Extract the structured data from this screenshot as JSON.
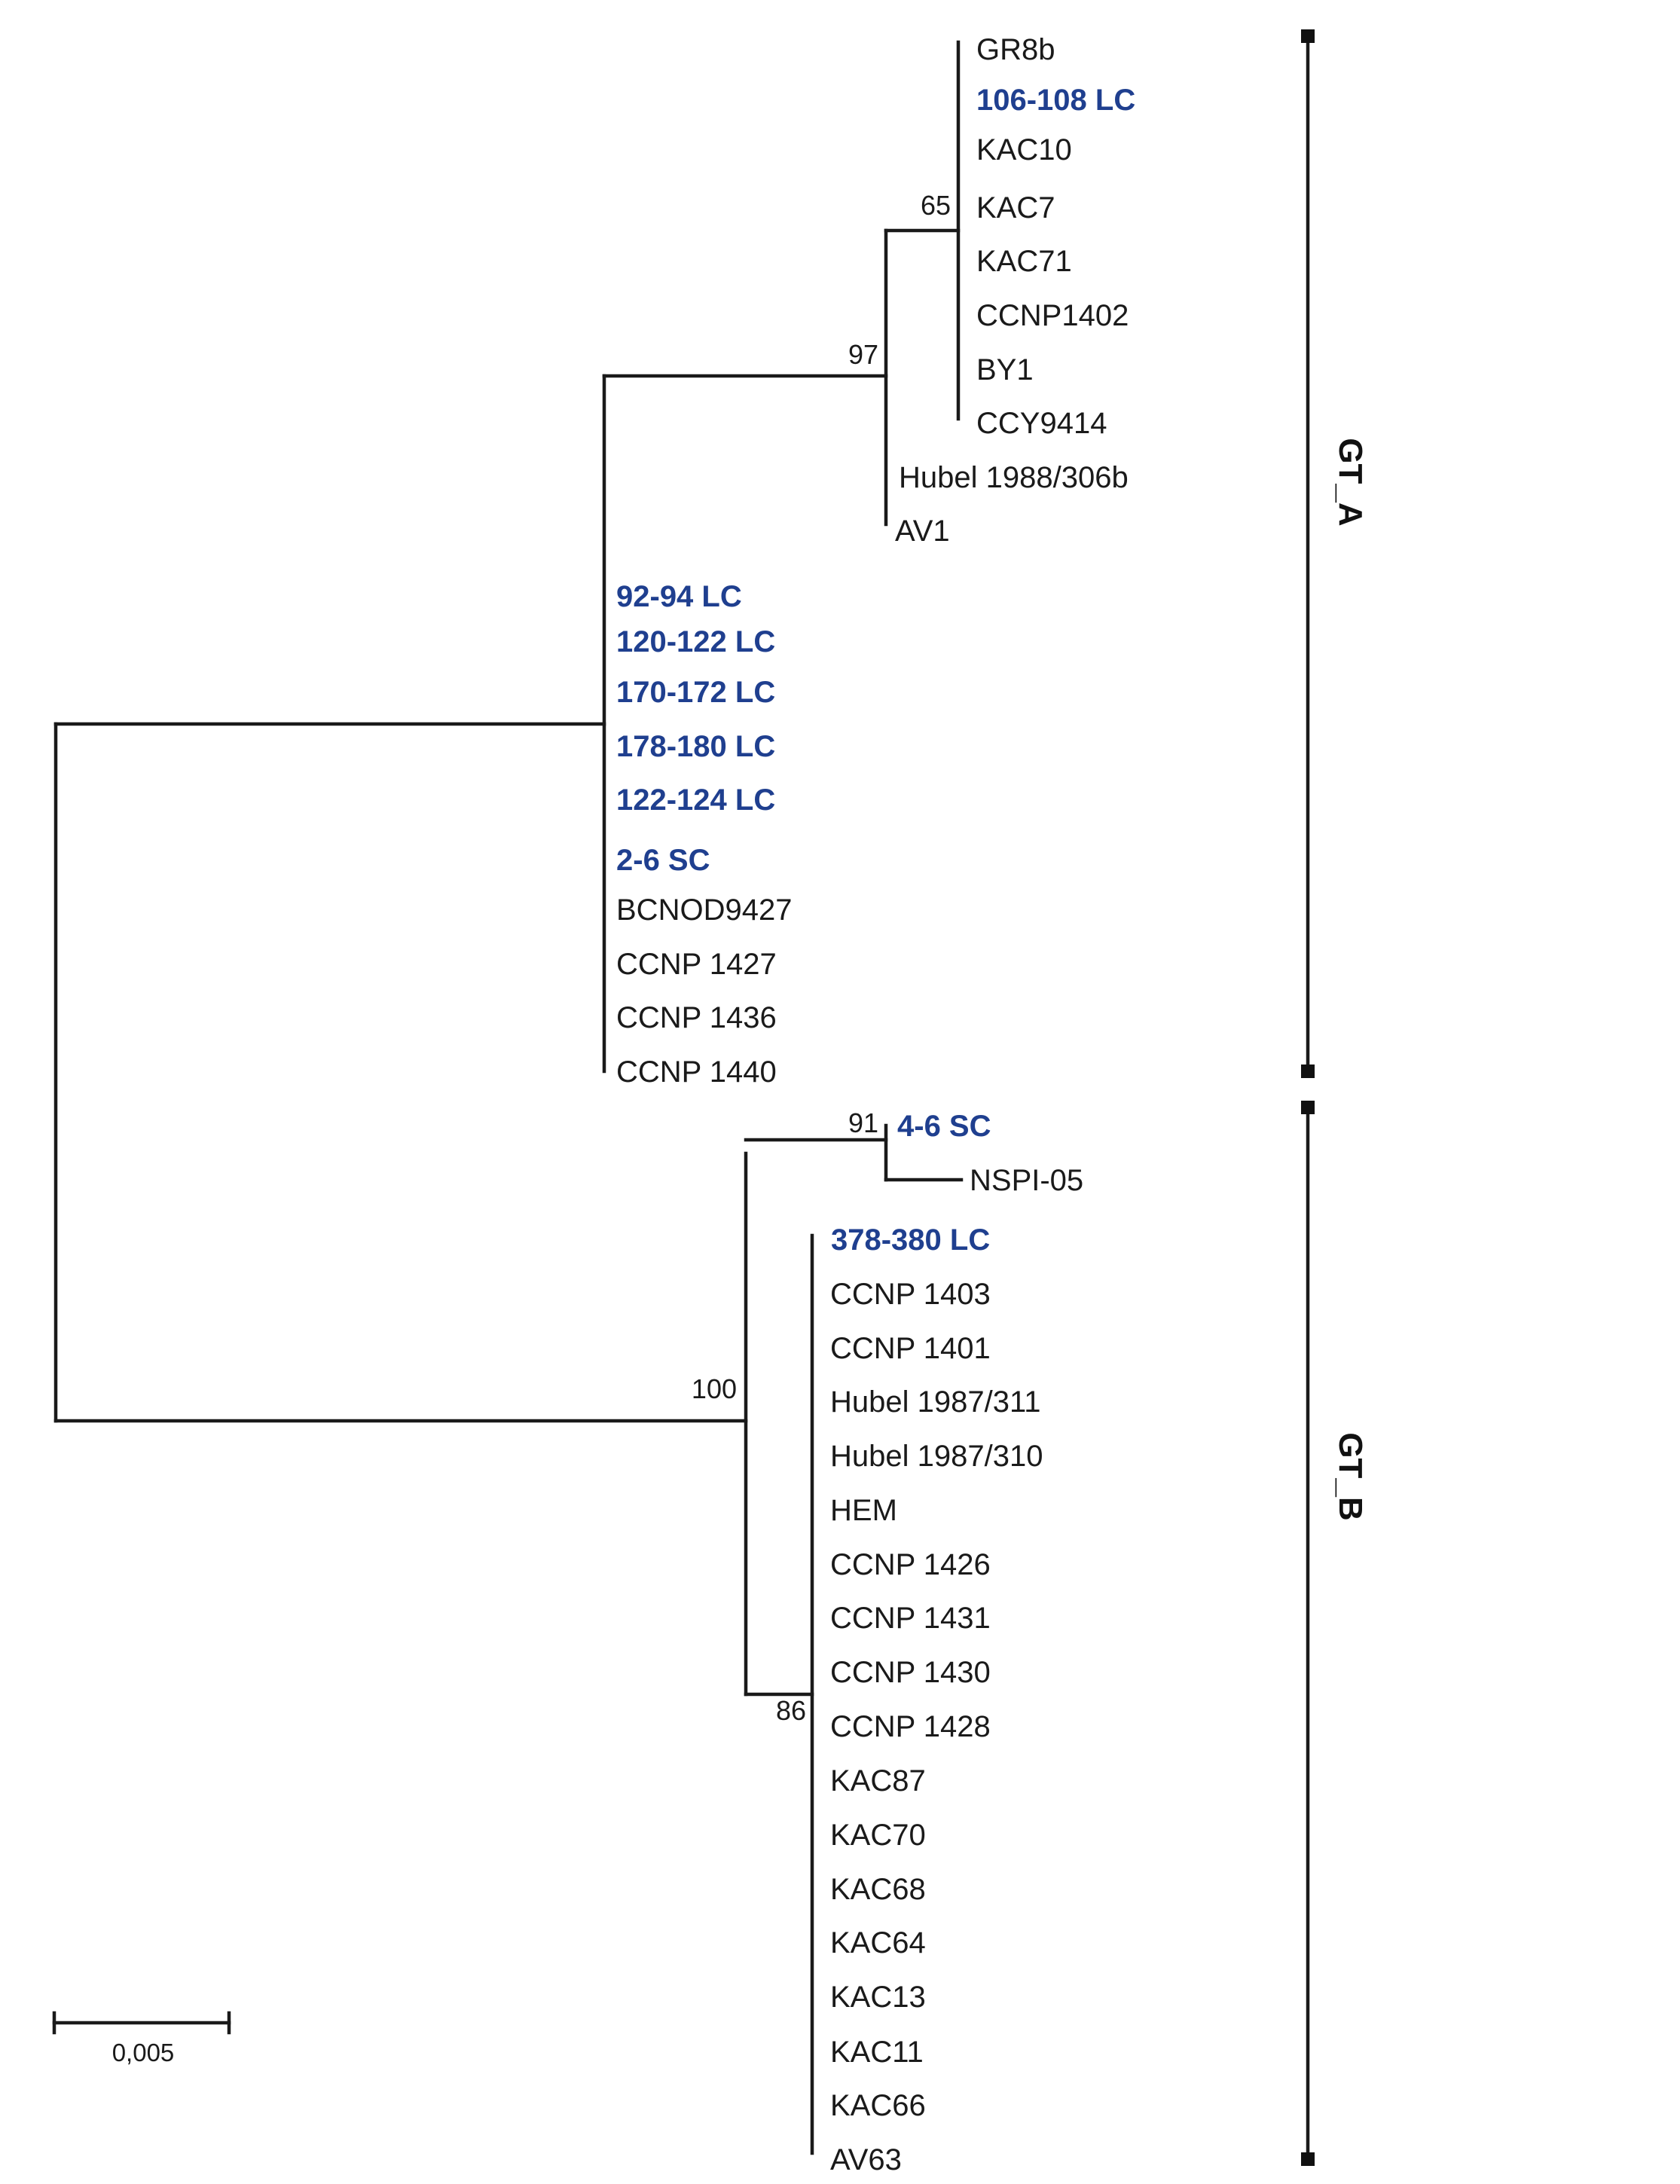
{
  "tree": {
    "leaves": [
      {
        "id": "gr8b",
        "label": "GR8b",
        "highlight": false
      },
      {
        "id": "l106",
        "label": "106-108 LC",
        "highlight": true
      },
      {
        "id": "kac10",
        "label": "KAC10",
        "highlight": false
      },
      {
        "id": "kac7",
        "label": "KAC7",
        "highlight": false
      },
      {
        "id": "kac71",
        "label": "KAC71",
        "highlight": false
      },
      {
        "id": "ccnp1402",
        "label": "CCNP1402",
        "highlight": false
      },
      {
        "id": "by1",
        "label": "BY1",
        "highlight": false
      },
      {
        "id": "ccy9414",
        "label": "CCY9414",
        "highlight": false
      },
      {
        "id": "hubel306b",
        "label": "Hubel 1988/306b",
        "highlight": false
      },
      {
        "id": "av1",
        "label": "AV1",
        "highlight": false
      },
      {
        "id": "l92",
        "label": "92-94 LC",
        "highlight": true
      },
      {
        "id": "l120",
        "label": "120-122 LC",
        "highlight": true
      },
      {
        "id": "l170",
        "label": "170-172 LC",
        "highlight": true
      },
      {
        "id": "l178",
        "label": "178-180 LC",
        "highlight": true
      },
      {
        "id": "l122",
        "label": "122-124 LC",
        "highlight": true
      },
      {
        "id": "s2",
        "label": "2-6 SC",
        "highlight": true
      },
      {
        "id": "bcnod",
        "label": "BCNOD9427",
        "highlight": false
      },
      {
        "id": "ccnp1427",
        "label": "CCNP 1427",
        "highlight": false
      },
      {
        "id": "ccnp1436",
        "label": "CCNP 1436",
        "highlight": false
      },
      {
        "id": "ccnp1440",
        "label": "CCNP 1440",
        "highlight": false
      },
      {
        "id": "s4",
        "label": "4-6 SC",
        "highlight": true
      },
      {
        "id": "nspi05",
        "label": "NSPI-05",
        "highlight": false
      },
      {
        "id": "l378",
        "label": "378-380 LC",
        "highlight": true
      },
      {
        "id": "ccnp1403",
        "label": "CCNP 1403",
        "highlight": false
      },
      {
        "id": "ccnp1401",
        "label": "CCNP 1401",
        "highlight": false
      },
      {
        "id": "hubel311",
        "label": "Hubel 1987/311",
        "highlight": false
      },
      {
        "id": "hubel310",
        "label": "Hubel 1987/310",
        "highlight": false
      },
      {
        "id": "hem",
        "label": "HEM",
        "highlight": false
      },
      {
        "id": "ccnp1426",
        "label": "CCNP 1426",
        "highlight": false
      },
      {
        "id": "ccnp1431",
        "label": "CCNP 1431",
        "highlight": false
      },
      {
        "id": "ccnp1430",
        "label": "CCNP 1430",
        "highlight": false
      },
      {
        "id": "ccnp1428",
        "label": "CCNP 1428",
        "highlight": false
      },
      {
        "id": "kac87",
        "label": "KAC87",
        "highlight": false
      },
      {
        "id": "kac70",
        "label": "KAC70",
        "highlight": false
      },
      {
        "id": "kac68",
        "label": "KAC68",
        "highlight": false
      },
      {
        "id": "kac64",
        "label": "KAC64",
        "highlight": false
      },
      {
        "id": "kac13",
        "label": "KAC13",
        "highlight": false
      },
      {
        "id": "kac11",
        "label": "KAC11",
        "highlight": false
      },
      {
        "id": "kac66",
        "label": "KAC66",
        "highlight": false
      },
      {
        "id": "av63",
        "label": "AV63",
        "highlight": false
      }
    ],
    "groups": [
      {
        "id": "g65",
        "members": [
          "gr8b",
          "l106",
          "kac10",
          "kac7",
          "kac71",
          "ccnp1402",
          "by1",
          "ccy9414"
        ],
        "support": "65"
      },
      {
        "id": "g97",
        "members": [
          "g65",
          "hubel306b",
          "av1"
        ],
        "support": "97"
      },
      {
        "id": "gA",
        "members": [
          "g97",
          "l92",
          "l120",
          "l170",
          "l178",
          "l122",
          "s2",
          "bcnod",
          "ccnp1427",
          "ccnp1436",
          "ccnp1440"
        ],
        "support": ""
      },
      {
        "id": "g91",
        "members": [
          "s4",
          "nspi05"
        ],
        "support": "91"
      },
      {
        "id": "g86",
        "members": [
          "l378",
          "ccnp1403",
          "ccnp1401",
          "hubel311",
          "hubel310",
          "hem",
          "ccnp1426",
          "ccnp1431",
          "ccnp1430",
          "ccnp1428",
          "kac87",
          "kac70",
          "kac68",
          "kac64",
          "kac13",
          "kac11",
          "kac66",
          "av63"
        ],
        "support": "86"
      },
      {
        "id": "g100",
        "members": [
          "g91",
          "g86"
        ],
        "support": "100"
      },
      {
        "id": "root",
        "members": [
          "gA",
          "g100"
        ],
        "support": ""
      }
    ]
  },
  "scale_bar": {
    "label": "0,005",
    "value": 0.005
  },
  "clades": [
    {
      "name": "GT_A",
      "from": "gr8b",
      "to": "ccnp1440"
    },
    {
      "name": "GT_B",
      "from": "s4",
      "to": "av63"
    }
  ],
  "colors": {
    "highlight": "#1f3f8f",
    "branch": "#1a1a1a"
  }
}
